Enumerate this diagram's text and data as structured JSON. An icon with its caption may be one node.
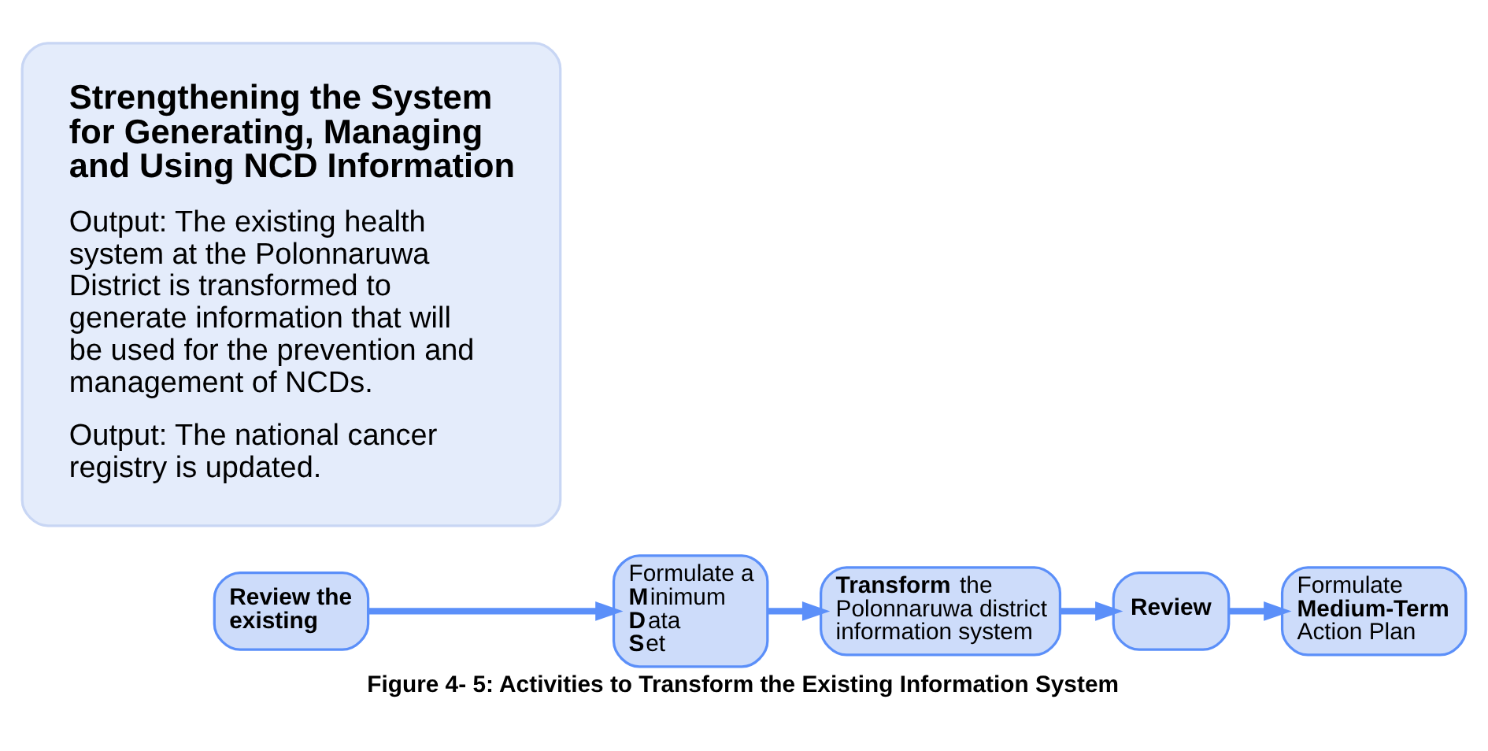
{
  "diagram": {
    "caption": "Figure 4- 5: Activities to Transform the Existing Information System",
    "nodes": [
      {
        "text": [
          "Review the existing"
        ]
      },
      {
        "text": [
          "Formulate a **M**inimum **D**ata **S**et"
        ]
      },
      {
        "text": [
          "**Transform** the Polonnaruwa district information system"
        ]
      },
      {
        "text": [
          "Review"
        ]
      },
      {
        "text": [
          "Formulate **Medium-Term** Action Plan"
        ]
      },
      {
        "text": [
          "Strengthening the System for Generating, Managing and Using NCD Information",
          "Output: The existing health system at the Polonnaruwa District is transformed to generate information that will be used for the prevention and management of NCDs.",
          "Output: The national cancer registry is updated."
        ]
      }
    ],
    "edges": [
      {
        "from": 0,
        "to": 1,
        "arrow": "to"
      },
      {
        "from": 1,
        "to": 2,
        "arrow": "to"
      },
      {
        "from": 2,
        "to": 3,
        "arrow": "to"
      },
      {
        "from": 3,
        "to": 4,
        "arrow": "to"
      }
    ]
  }
}
